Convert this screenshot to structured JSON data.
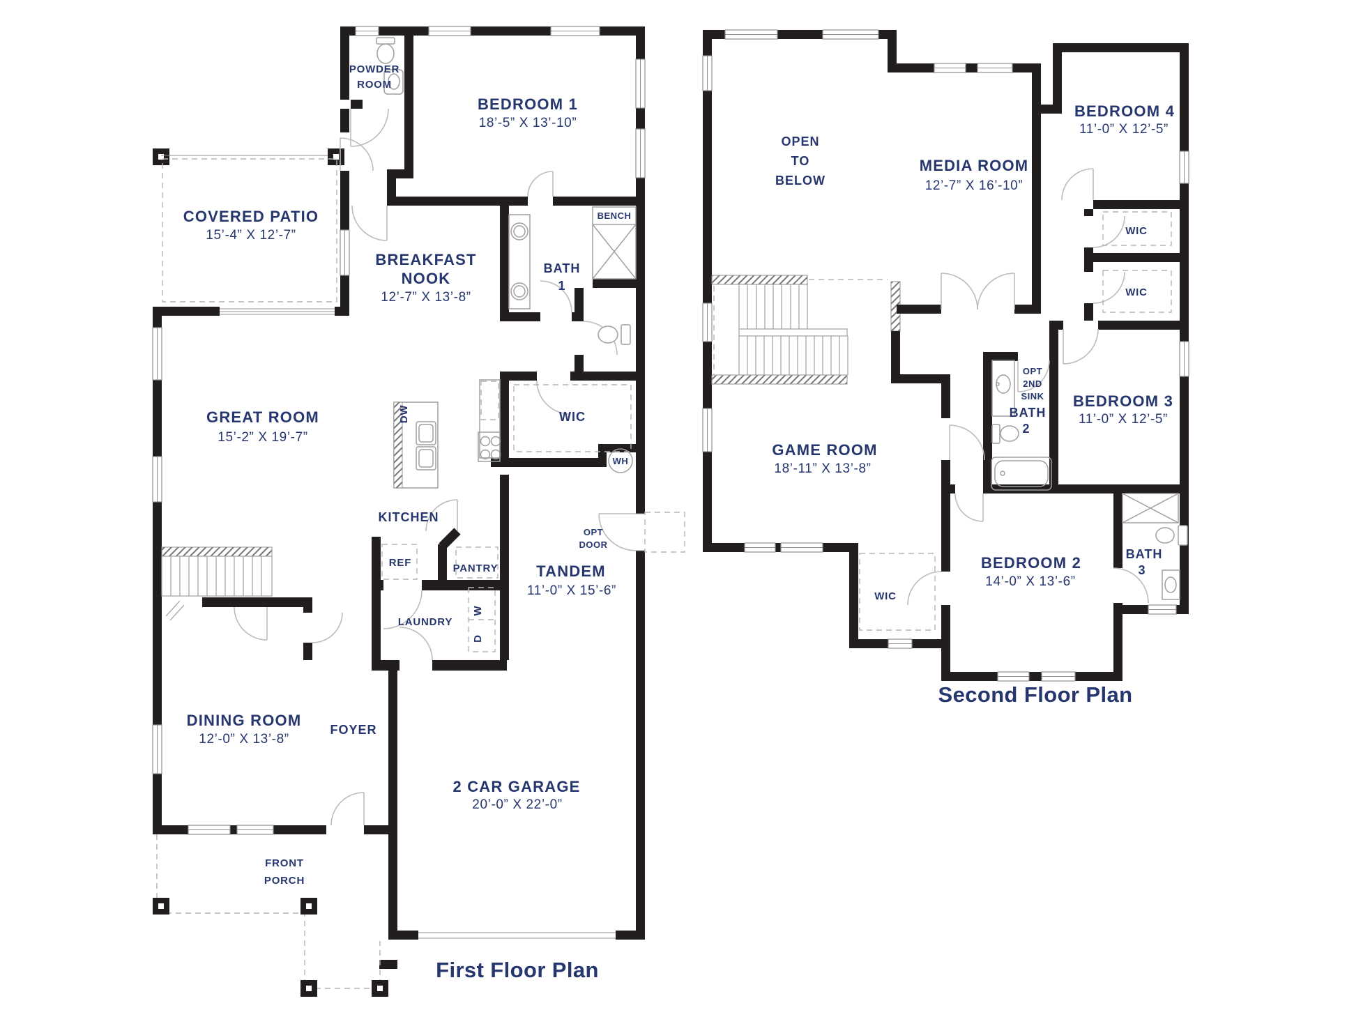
{
  "colors": {
    "label_navy": "#26366e",
    "wall_black": "#221e1e",
    "fixture_gray": "#9f9f9f"
  },
  "first_floor": {
    "title": "First Floor Plan",
    "powder": {
      "l1": "POWDER",
      "l2": "ROOM"
    },
    "bedroom1": {
      "name": "BEDROOM 1",
      "dims": "18’-5” X 13’-10”"
    },
    "patio": {
      "name": "COVERED PATIO",
      "dims": "15’-4” X 12’-7”"
    },
    "nook": {
      "l1": "BREAKFAST",
      "l2": "NOOK",
      "dims": "12’-7” X 13’-8”"
    },
    "bath1": {
      "l1": "BATH",
      "l2": "1"
    },
    "bench": "BENCH",
    "great": {
      "name": "GREAT ROOM",
      "dims": "15’-2” X 19’-7”"
    },
    "wic": "WIC",
    "wh": "WH",
    "kitchen": "KITCHEN",
    "dw": "DW",
    "ref": "REF",
    "pantry": "PANTRY",
    "optdoor": {
      "l1": "OPT",
      "l2": "DOOR"
    },
    "tandem": {
      "name": "TANDEM",
      "dims": "11’-0” X 15’-6”"
    },
    "laundry": "LAUNDRY",
    "washer": "W",
    "dryer": "D",
    "dining": {
      "name": "DINING ROOM",
      "dims": "12’-0” X 13’-8”"
    },
    "foyer": "FOYER",
    "garage": {
      "name": "2 CAR GARAGE",
      "dims": "20’-0” X 22’-0”"
    },
    "porch": {
      "l1": "FRONT",
      "l2": "PORCH"
    }
  },
  "second_floor": {
    "title": "Second Floor Plan",
    "otb": {
      "l1": "OPEN",
      "l2": "TO",
      "l3": "BELOW"
    },
    "media": {
      "name": "MEDIA ROOM",
      "dims": "12’-7” X 16’-10”"
    },
    "bed4": {
      "name": "BEDROOM 4",
      "dims": "11’-0” X 12’-5”"
    },
    "wic1": "WIC",
    "wic2": "WIC",
    "optsink": {
      "l1": "OPT",
      "l2": "2ND",
      "l3": "SINK"
    },
    "bath2": {
      "l1": "BATH",
      "l2": "2"
    },
    "bed3": {
      "name": "BEDROOM 3",
      "dims": "11’-0” X 12’-5”"
    },
    "game": {
      "name": "GAME ROOM",
      "dims": "18’-11” X 13’-8”"
    },
    "bed2": {
      "name": "BEDROOM 2",
      "dims": "14’-0” X 13’-6”"
    },
    "bath3": {
      "l1": "BATH",
      "l2": "3"
    },
    "wicb2": "WIC"
  }
}
